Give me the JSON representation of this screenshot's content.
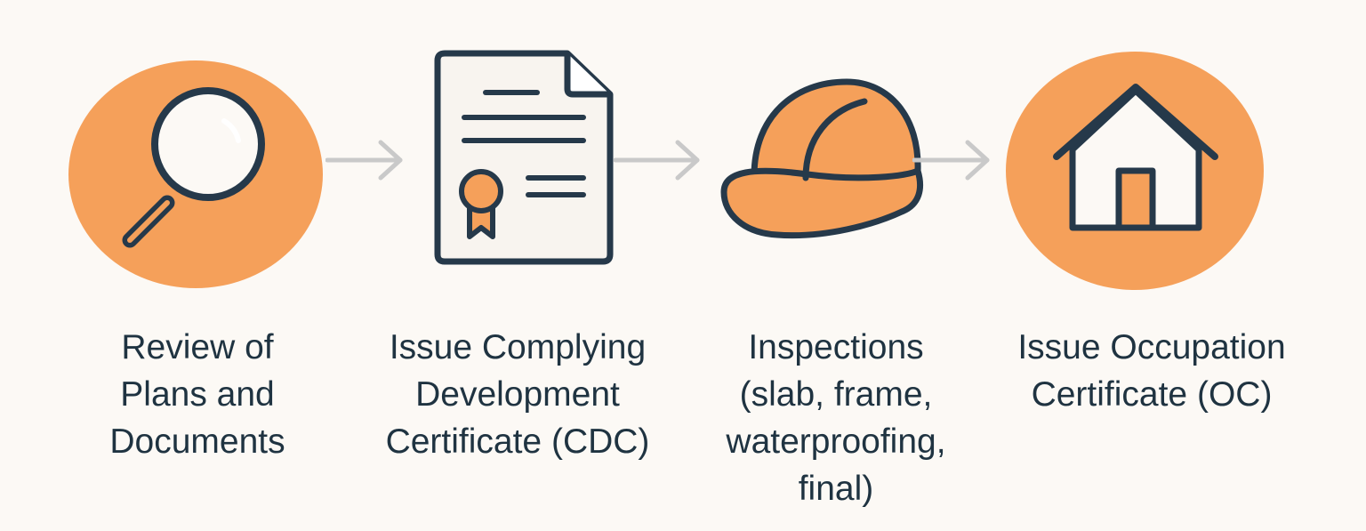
{
  "colors": {
    "background": "#fcf9f5",
    "accent_orange": "#f5a05a",
    "outline_dark": "#26394a",
    "arrow_gray": "#c9c9c9",
    "text": "#1f3341",
    "paper": "#f8f4ef"
  },
  "steps": [
    {
      "icon": "magnifying-glass-icon",
      "label": "Review of\nPlans and\nDocuments"
    },
    {
      "icon": "certificate-document-icon",
      "label": "Issue Complying\nDevelopment\nCertificate (CDC)"
    },
    {
      "icon": "hard-hat-icon",
      "label": "Inspections\n(slab, frame,\nwaterproofing,\nfinal)"
    },
    {
      "icon": "house-icon",
      "label": "Issue Occupation\nCertificate (OC)"
    }
  ]
}
